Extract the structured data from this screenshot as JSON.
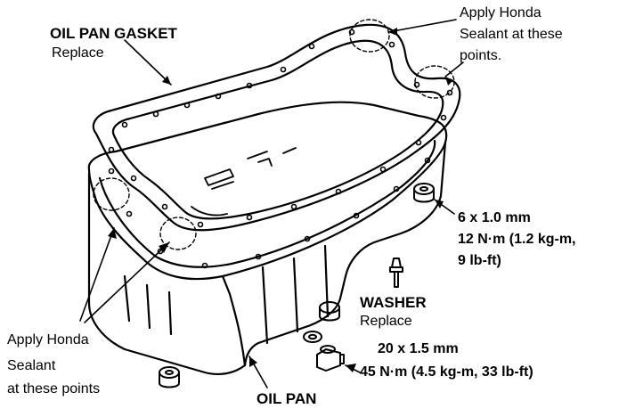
{
  "labels": {
    "oil_pan_gasket": {
      "title": "OIL PAN GASKET",
      "note": "Replace"
    },
    "sealant_top": {
      "line1": "Apply Honda",
      "line2": "Sealant at these",
      "line3": "points."
    },
    "sealant_left": {
      "line1": "Apply Honda",
      "line2": "Sealant",
      "line3": "at these points"
    },
    "bolt_spec": {
      "line1": "6 x 1.0 mm",
      "line2": "12 N·m (1.2 kg-m,",
      "line3": "9 lb-ft)"
    },
    "washer": {
      "title": "WASHER",
      "note": "Replace"
    },
    "drain_plug_spec": {
      "line1": "20 x 1.5 mm",
      "line2": "45 N·m (4.5 kg-m, 33 lb-ft)"
    },
    "oil_pan": {
      "title": "OIL PAN"
    }
  }
}
